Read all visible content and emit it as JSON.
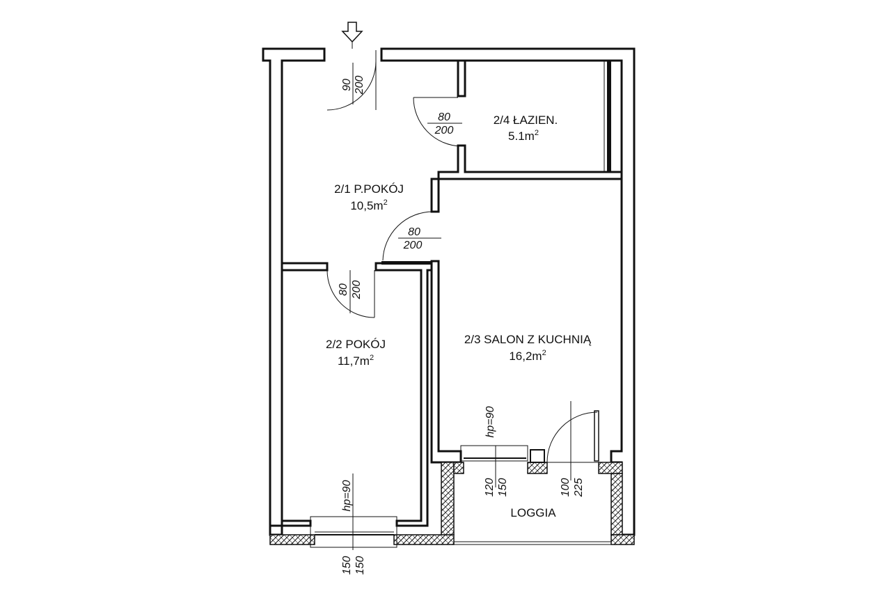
{
  "rooms": [
    {
      "id": "lazienka",
      "name": "2/4 ŁAZIEN.",
      "area": "5.1m",
      "unit_sup": "2"
    },
    {
      "id": "przedpokoj",
      "name": "2/1 P.POKÓJ",
      "area": "10,5m",
      "unit_sup": "2"
    },
    {
      "id": "pokoj",
      "name": "2/2 POKÓJ",
      "area": "11,7m",
      "unit_sup": "2"
    },
    {
      "id": "salon",
      "name": "2/3 SALON Z KUCHNIĄ",
      "area": "16,2m",
      "unit_sup": "2"
    },
    {
      "id": "loggia",
      "name": "LOGGIA"
    }
  ],
  "doors": [
    {
      "id": "entry",
      "width": "90",
      "height": "200"
    },
    {
      "id": "bathroom",
      "width": "80",
      "height": "200"
    },
    {
      "id": "salon",
      "width": "80",
      "height": "200"
    },
    {
      "id": "pokoj",
      "width": "80",
      "height": "200"
    }
  ],
  "windows": [
    {
      "id": "pokoj-window",
      "hp": "hp=90",
      "width": "150",
      "height": "150"
    },
    {
      "id": "salon-window",
      "hp": "hp=90",
      "width": "120",
      "height": "150"
    },
    {
      "id": "balcony-door",
      "width": "100",
      "height": "225"
    }
  ]
}
